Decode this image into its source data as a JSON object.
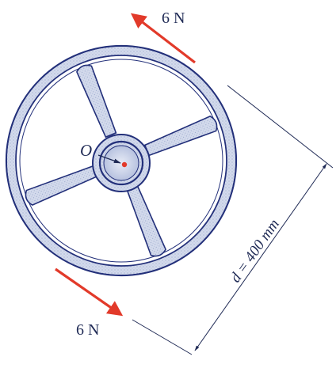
{
  "diagram": {
    "forces": [
      {
        "label": "6 N",
        "position": "top",
        "color": "#e23a2a"
      },
      {
        "label": "6 N",
        "position": "bottom",
        "color": "#e23a2a"
      }
    ],
    "center_label": "O",
    "dimension": {
      "text": "d = 400 mm"
    },
    "colors": {
      "wheel_stroke": "#23307a",
      "wheel_fill": "#c4cde4",
      "force": "#e23a2a",
      "center_point": "#e23a2a",
      "dimension_line": "#1f2a55"
    }
  }
}
